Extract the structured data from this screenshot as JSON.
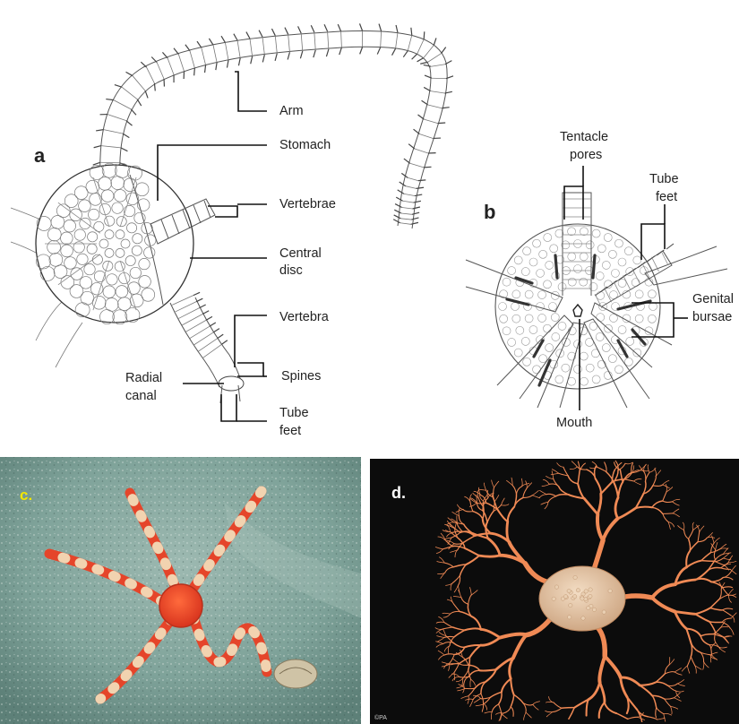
{
  "panels": {
    "a": {
      "letter": "a",
      "labels": {
        "arm": "Arm",
        "stomach": "Stomach",
        "vertebrae": "Vertebrae",
        "central_disc": [
          "Central",
          "disc"
        ],
        "vertebra": "Vertebra",
        "spines": "Spines",
        "radial_canal": [
          "Radial",
          "canal"
        ],
        "tube_feet": [
          "Tube",
          "feet"
        ]
      }
    },
    "b": {
      "letter": "b",
      "labels": {
        "tentacle_pores": [
          "Tentacle",
          "pores"
        ],
        "tube_feet": [
          "Tube",
          "feet"
        ],
        "genital_bursae": [
          "Genital",
          "bursae"
        ],
        "mouth": "Mouth"
      }
    },
    "c": {
      "letter": "c."
    },
    "d": {
      "letter": "d.",
      "credit": "©PA"
    }
  },
  "colors": {
    "ink": "#555555",
    "leader": "#111111",
    "sand": "#7fa39a",
    "brittle_star_red": "#e5452a",
    "brittle_star_band": "#f2d3b0",
    "basket_star": "#f08a55",
    "photo_dark_bg": "#0c0c0c",
    "panel_c_letter": "#f2e600"
  }
}
